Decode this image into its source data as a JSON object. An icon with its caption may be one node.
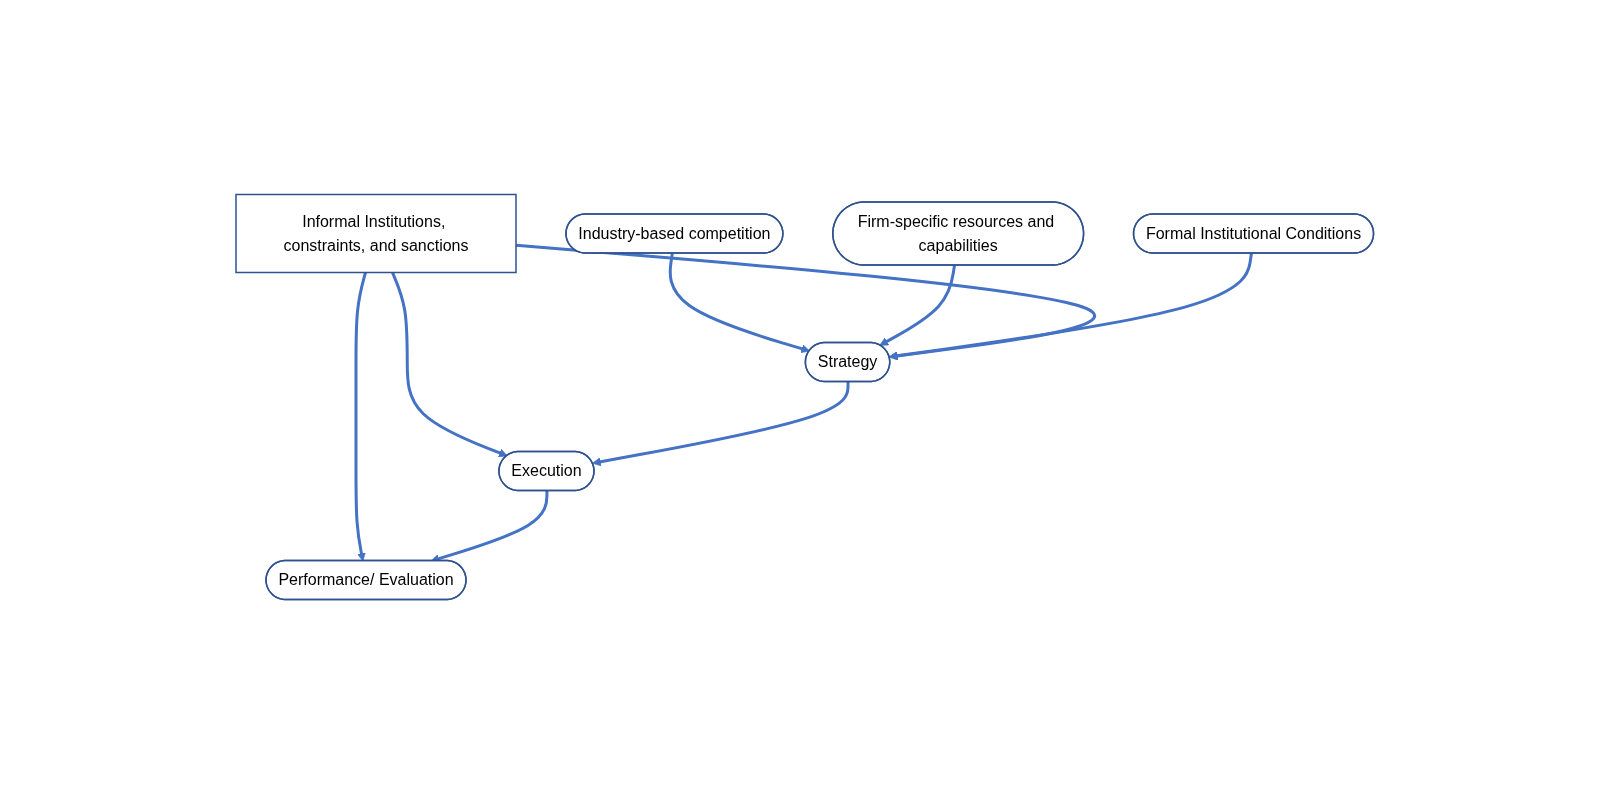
{
  "diagram": {
    "nodes": [
      {
        "text": [
          "Informal Institutions, constraints, and sanctions"
        ]
      },
      {
        "text": [
          "Industry-based competition"
        ]
      },
      {
        "text": [
          "Firm-specific resources and capabilities"
        ]
      },
      {
        "text": [
          "Formal Institutional Conditions"
        ]
      },
      {
        "text": [
          "Strategy"
        ]
      },
      {
        "text": [
          "Execution"
        ]
      },
      {
        "text": [
          "Performance/ Evaluation"
        ]
      }
    ],
    "edges": [
      {
        "from": 1,
        "to": 4,
        "arrow": "to"
      },
      {
        "from": 2,
        "to": 4,
        "arrow": "to"
      },
      {
        "from": 3,
        "to": 4,
        "arrow": "to"
      },
      {
        "from": 0,
        "to": 4,
        "arrow": "to"
      },
      {
        "from": 0,
        "to": 5,
        "arrow": "to"
      },
      {
        "from": 0,
        "to": 6,
        "arrow": "to"
      },
      {
        "from": 4,
        "to": 5,
        "arrow": "to"
      },
      {
        "from": 5,
        "to": 6,
        "arrow": "to"
      }
    ]
  }
}
